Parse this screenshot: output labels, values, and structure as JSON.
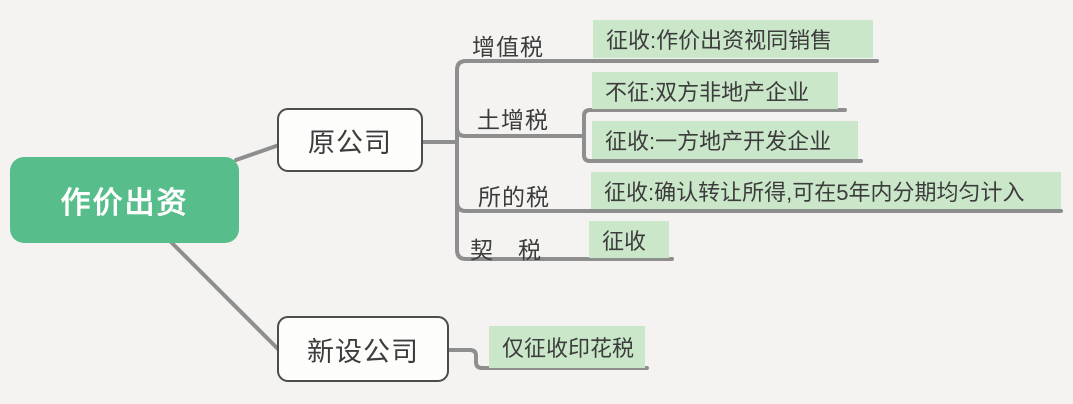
{
  "root": {
    "label": "作价出资"
  },
  "branches": [
    {
      "label": "原公司",
      "rows": [
        {
          "label": "增值税",
          "items": [
            "征收:作价出资视同销售"
          ]
        },
        {
          "label": "土增税",
          "items": [
            "不征:双方非地产企业",
            "征收:一方地产开发企业"
          ]
        },
        {
          "label": "所的税",
          "items": [
            "征收:确认转让所得,可在5年内分期均匀计入"
          ]
        },
        {
          "label": "契　税",
          "items": [
            "征收"
          ]
        }
      ]
    },
    {
      "label": "新设公司",
      "items": [
        "仅征收印花税"
      ]
    }
  ],
  "colors": {
    "background": "#f4f3f1",
    "root_node_green": "#57bd8a",
    "leaf_node_green": "#cbe7ca",
    "connector_gray": "#8e8e8e",
    "box_border": "#4c4c4c",
    "text": "#3c3c3c",
    "root_text": "#ffffff"
  }
}
